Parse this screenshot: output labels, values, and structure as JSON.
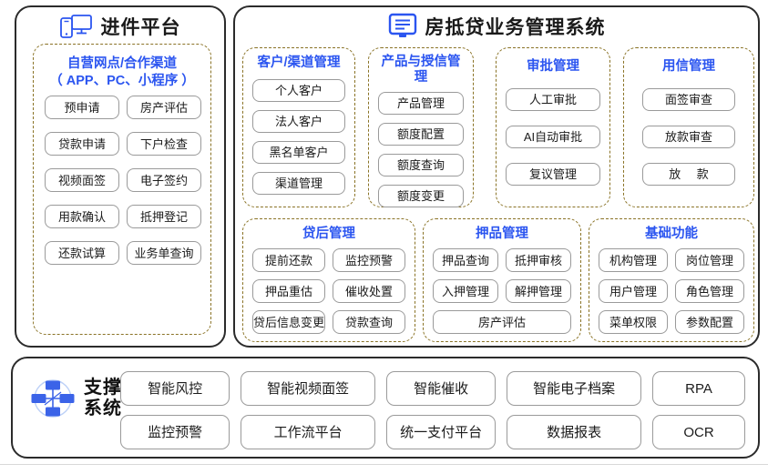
{
  "intake": {
    "icon": "devices-mobile-monitor-icon",
    "title": "进件平台",
    "channel_group": {
      "title_line1": "自营网点/合作渠道",
      "title_line2": "（ APP、PC、小程序 ）",
      "items": [
        "预申请",
        "房产评估",
        "贷款申请",
        "下户检查",
        "视频面签",
        "电子签约",
        "用款确认",
        "抵押登记",
        "还款试算",
        "业务单查询"
      ]
    }
  },
  "core": {
    "icon": "monitor-list-icon",
    "title": "房抵贷业务管理系统",
    "groups_row1": [
      {
        "title": "客户/渠道管理",
        "items": [
          "个人客户",
          "法人客户",
          "黑名单客户",
          "渠道管理"
        ]
      },
      {
        "title": "产品与授信管理",
        "items": [
          "产品管理",
          "额度配置",
          "额度查询",
          "额度变更"
        ]
      },
      {
        "title": "审批管理",
        "items": [
          "人工审批",
          "AI自动审批",
          "复议管理"
        ]
      },
      {
        "title": "用信管理",
        "items": [
          "面签审查",
          "放款审查",
          "放  款"
        ]
      }
    ],
    "groups_row2": [
      {
        "title": "贷后管理",
        "items": [
          "提前还款",
          "监控预警",
          "押品重估",
          "催收处置",
          "贷后信息变更",
          "贷款查询"
        ]
      },
      {
        "title": "押品管理",
        "items": [
          "押品查询",
          "抵押审核",
          "入押管理",
          "解押管理",
          "房产评估"
        ]
      },
      {
        "title": "基础功能",
        "items": [
          "机构管理",
          "岗位管理",
          "用户管理",
          "角色管理",
          "菜单权限",
          "参数配置"
        ]
      }
    ]
  },
  "support": {
    "icon": "network-hub-icon",
    "title_line1": "支撑",
    "title_line2": "系统",
    "items": [
      "智能风控",
      "智能视频面签",
      "智能催收",
      "智能电子档案",
      "RPA",
      "监控预警",
      "工作流平台",
      "统一支付平台",
      "数据报表",
      "OCR"
    ]
  },
  "colors": {
    "accent_blue": "#2b55f0",
    "dashed_border": "#8a7326",
    "panel_border": "#2b2b2b",
    "pill_border": "#9a9a9a",
    "text": "#1a1a1a"
  }
}
